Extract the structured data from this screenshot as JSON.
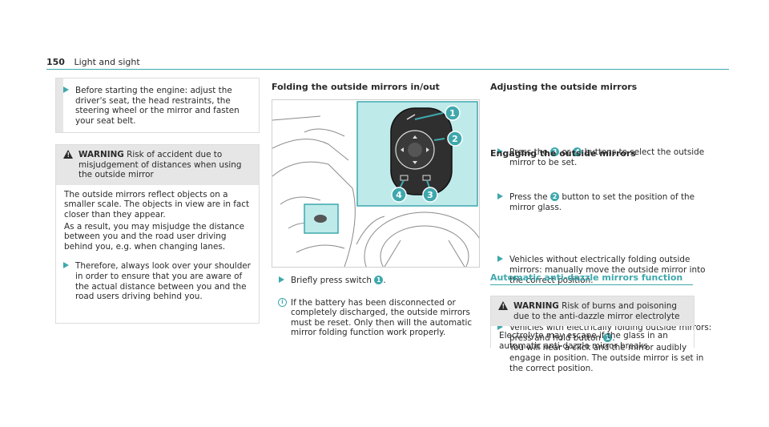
{
  "header": {
    "page_number": "150",
    "chapter": "Light and sight"
  },
  "col1": {
    "bullet1": "Before starting the engine: adjust the driver's seat, the head restraints, the steering wheel or the mirror and fasten your seat belt.",
    "warning_label": "WARNING",
    "warning_head": "Risk of accident due to misjudgement of distances when using the outside mirror",
    "warning_p1": "The outside mirrors reflect objects on a smaller scale. The objects in view are in fact closer than they appear.",
    "warning_p2": "As a result, you may misjudge the distance between you and the road user driving behind you, e.g. when changing lanes.",
    "warning_bullet": "Therefore, always look over your shoulder in order to ensure that you are aware of the actual distance between you and the road users driving behind you."
  },
  "col2": {
    "heading": "Folding the outside mirrors in/out",
    "callouts": [
      "1",
      "2",
      "4",
      "3"
    ],
    "bullet_pre": "Briefly press switch",
    "bullet_num": "1",
    "bullet_post": ".",
    "note": "If the battery has been disconnected or completely discharged, the outside mirrors must be reset. Only then will the automatic mirror folding function work properly."
  },
  "col3": {
    "heading_adjust": "Adjusting the outside mirrors",
    "b1_a": "Press the",
    "b1_n1": "3",
    "b1_b": "or",
    "b1_n2": "4",
    "b1_c": "buttons to select the outside mirror to be set.",
    "b2_a": "Press the",
    "b2_n": "2",
    "b2_b": "button to set the position of the mirror glass.",
    "heading_engage": "Engaging the outside mirrors",
    "b3": "Vehicles without electrically folding outside mirrors: manually move the outside mirror into the correct position.",
    "b4_a": "Vehicles with electrically folding outside mirrors: press and hold button",
    "b4_n": "1",
    "b4_b": ".",
    "b4_c": "You will hear a click and the mirror audibly engage in position. The outside mirror is set in the correct position.",
    "section_title": "Automatic anti-dazzle mirrors function",
    "warning_label": "WARNING",
    "warning_head": "Risk of burns and poisoning due to the anti-dazzle mirror electrolyte",
    "warning_body": "Electrolyte may escape if the glass in an automatic anti-dazzle mirror breaks."
  }
}
